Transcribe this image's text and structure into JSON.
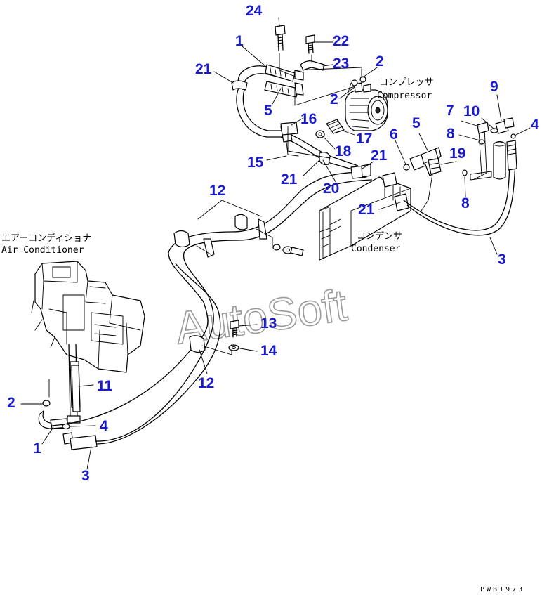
{
  "labels": {
    "n24": "24",
    "n22": "22",
    "n23": "23",
    "n1_top": "1",
    "n2_top": "2",
    "n21_top": "21",
    "n2_mid": "2",
    "n5_left": "5",
    "n16": "16",
    "n17": "17",
    "n18": "18",
    "n15": "15",
    "n21_a": "21",
    "n21_b": "21",
    "n20": "20",
    "n6": "6",
    "n5_right": "5",
    "n19": "19",
    "n7": "7",
    "n10": "10",
    "n9": "9",
    "n4_right": "4",
    "n8_a": "8",
    "n8_b": "8",
    "n21_c": "21",
    "n12_top": "12",
    "n3_right": "3",
    "n13": "13",
    "n14": "14",
    "n12_bottom": "12",
    "n11": "11",
    "n2_left": "2",
    "n4_left": "4",
    "n1_left": "1",
    "n3_left": "3"
  },
  "captions": {
    "compressor_jp": "コンプレッサ",
    "compressor_en": "Compressor",
    "condenser_jp": "コンデンサ",
    "condenser_en": "Condenser",
    "aircon_jp": "エアーコンディショナ",
    "aircon_en": "Air Conditioner"
  },
  "watermark": "AutoSoft",
  "drawing_code": "PWB1973",
  "colors": {
    "label": "#1a1acd",
    "line": "#000000",
    "watermark": "#9a9a9a"
  }
}
